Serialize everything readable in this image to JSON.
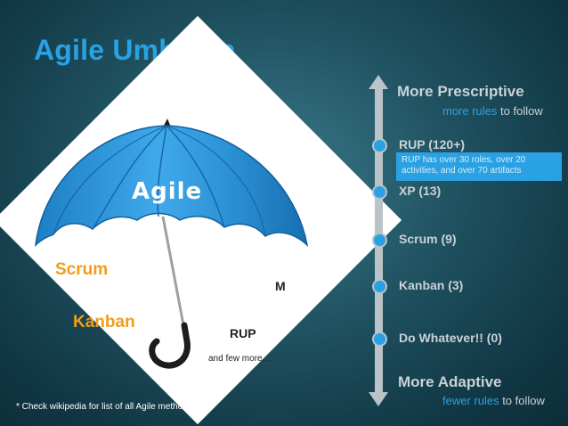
{
  "title": "Agile Umbrella",
  "umbrella": {
    "canopy_label": "Agile",
    "labels": {
      "scrum": "Scrum",
      "kanban": "Kanban",
      "m_partial": "M",
      "rup": "RUP",
      "few_more": "and few more…"
    }
  },
  "footnote": "* Check wikipedia for list of all Agile methods",
  "scale": {
    "top_heading": "More Prescriptive",
    "top_sub_highlight": "more rules",
    "top_sub_rest": " to follow",
    "bottom_heading": "More Adaptive",
    "bottom_sub_highlight": "fewer rules",
    "bottom_sub_rest": " to follow",
    "items": [
      {
        "label": "RUP (120+)"
      },
      {
        "label": "XP (13)"
      },
      {
        "label": "Scrum (9)"
      },
      {
        "label": "Kanban (3)"
      },
      {
        "label": "Do Whatever!! (0)"
      }
    ],
    "tooltip": "RUP has over 30 roles, over 20 activities, and over 70 artifacts"
  },
  "colors": {
    "accent_blue": "#2aa1e3",
    "orange": "#f39c18",
    "scale_gray": "#b9c3c8"
  }
}
